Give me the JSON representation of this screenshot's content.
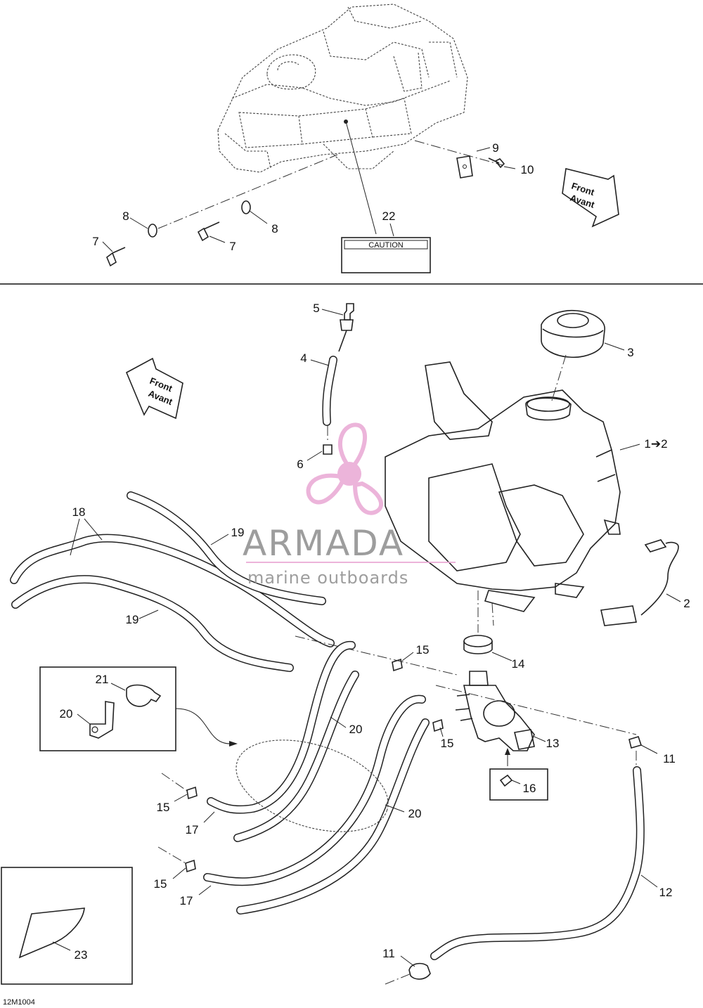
{
  "diagram": {
    "code": "12M1004",
    "direction_arrows": [
      {
        "line1": "Front",
        "line2": "Avant"
      },
      {
        "line1": "Front",
        "line2": "Avant"
      }
    ],
    "caution_label": "CAUTION",
    "watermark": {
      "brand": "ARMADA",
      "tagline": "marine outboards"
    },
    "callouts": {
      "c22": "22",
      "c9": "9",
      "c10": "10",
      "c8a": "8",
      "c8b": "8",
      "c7a": "7",
      "c7b": "7",
      "c5": "5",
      "c3": "3",
      "c4": "4",
      "c1": "1➔2",
      "c6": "6",
      "c18": "18",
      "c19a": "19",
      "c19b": "19",
      "c2": "2",
      "c15a": "15",
      "c14": "14",
      "c21": "21",
      "c20a": "20",
      "c20b": "20",
      "c15b": "15",
      "c13": "13",
      "c11a": "11",
      "c16": "16",
      "c15c": "15",
      "c20c": "20",
      "c17a": "17",
      "c15d": "15",
      "c17b": "17",
      "c12": "12",
      "c23": "23",
      "c11b": "11"
    },
    "colors": {
      "ink": "#222222",
      "watermark_pink": "#e9a7d4",
      "watermark_gray": "#8d8d8d"
    }
  }
}
